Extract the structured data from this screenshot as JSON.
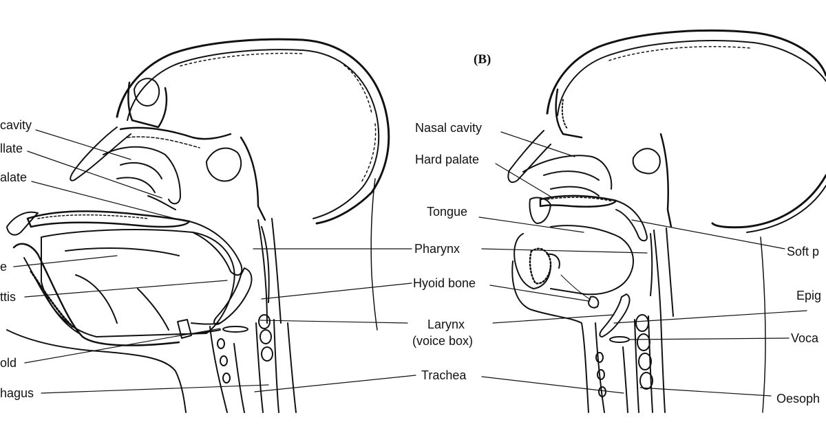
{
  "panel_b": {
    "letter": "(B)"
  },
  "panel_a_labels": {
    "nasal_cavity": "cavity",
    "hard_palate": "llate",
    "soft_palate": "alate",
    "tongue": "e",
    "epiglottis": "ttis",
    "vocal_fold": "old",
    "oesophagus": "hagus"
  },
  "center_labels": {
    "pharynx": "Pharynx",
    "hyoid_bone": "Hyoid bone",
    "larynx_line1": "Larynx",
    "larynx_line2": "(voice box)",
    "trachea": "Trachea"
  },
  "panel_b_labels": {
    "nasal_cavity": "Nasal cavity",
    "hard_palate": "Hard palate",
    "tongue": "Tongue",
    "soft_palate": "Soft p",
    "epiglottis": "Epig",
    "vocal": "Voca",
    "oesophagus": "Oesoph"
  }
}
